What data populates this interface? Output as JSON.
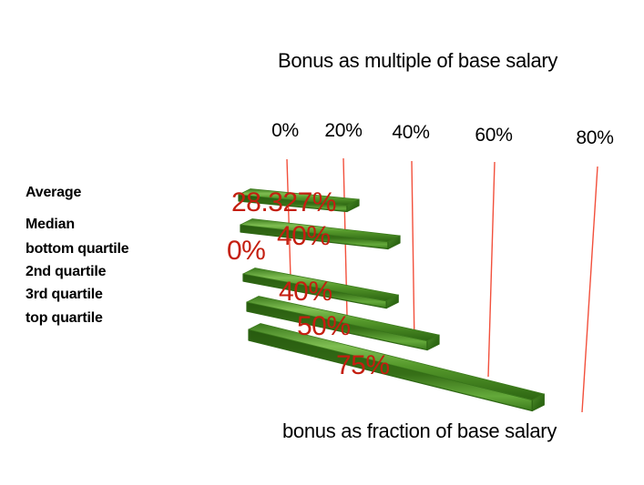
{
  "chart_data": {
    "type": "bar",
    "style": "3d-horizontal-perspective",
    "title": "Bonus as multiple of base salary",
    "xlabel": "bonus as fraction of base salary",
    "ylabel": "",
    "categories": [
      "Average",
      "Median",
      "bottom quartile",
      "2nd quartile",
      "3rd quartile",
      "top quartile"
    ],
    "values": [
      28.327,
      40,
      0,
      40,
      50,
      75
    ],
    "value_labels": [
      "28.327%",
      "40%",
      "0%",
      "40%",
      "50%",
      "75%"
    ],
    "x_ticks": [
      "0%",
      "20%",
      "40%",
      "60%",
      "80%"
    ],
    "x_tick_values": [
      0,
      20,
      40,
      60,
      80
    ],
    "xlim": [
      0,
      80
    ],
    "grid": true,
    "legend": false,
    "colors": {
      "bar_light": "#7fbe52",
      "bar_mid": "#4e8c28",
      "bar_dark": "#2a5f10",
      "gridline": "#f2503c",
      "value_label": "#c41f10",
      "text": "#000000",
      "background": "#ffffff"
    }
  }
}
